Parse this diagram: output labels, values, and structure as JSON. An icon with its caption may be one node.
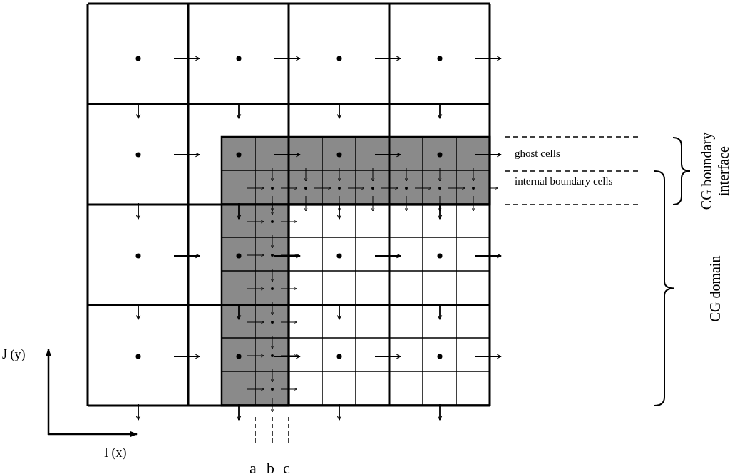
{
  "diagram": {
    "labels": [
      "ghost cells",
      "internal boundary cells",
      "CG boundary interface",
      "CG domain",
      "J (y)",
      "I (x)",
      "a",
      "b",
      "c"
    ]
  }
}
